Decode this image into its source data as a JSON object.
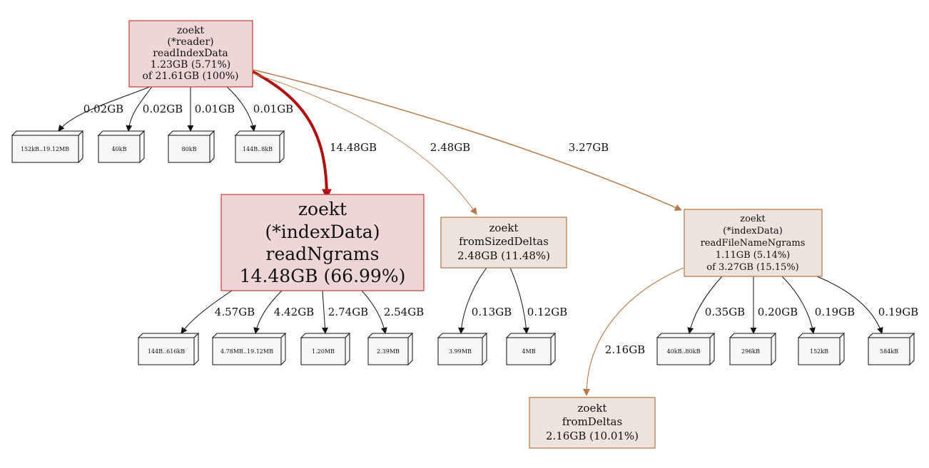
{
  "colors": {
    "hot_fill": "#eed6d6",
    "hot_stroke": "#c23a3a",
    "warm_fill": "#ede3dd",
    "warm_stroke": "#b67544",
    "hot_edge": "#b21010",
    "warm_edge": "#b87a48",
    "mid_edge": "#c0804f",
    "leaf_fill": "#f7f7f7",
    "black": "#111111"
  },
  "nodes": {
    "reader": {
      "lines": [
        "zoekt",
        "(*reader)",
        "readIndexData",
        "1.23GB (5.71%)",
        "of 21.61GB (100%)"
      ]
    },
    "readngrams": {
      "lines": [
        "zoekt",
        "(*indexData)",
        "readNgrams",
        "14.48GB (66.99%)"
      ]
    },
    "fromsizeddeltas": {
      "lines": [
        "zoekt",
        "fromSizedDeltas",
        "2.48GB (11.48%)"
      ]
    },
    "readfilenamengrams": {
      "lines": [
        "zoekt",
        "(*indexData)",
        "readFileNameNgrams",
        "1.11GB (5.14%)",
        "of 3.27GB (15.15%)"
      ]
    },
    "fromdeltas": {
      "lines": [
        "zoekt",
        "fromDeltas",
        "2.16GB (10.01%)"
      ]
    }
  },
  "edges": {
    "reader_readngrams": "14.48GB",
    "reader_fromsizeddeltas": "2.48GB",
    "reader_readfilenamengrams": "3.27GB",
    "readfilenamengrams_fromdeltas": "2.16GB",
    "reader_leaf1": "0.02GB",
    "reader_leaf2": "0.02GB",
    "reader_leaf3": "0.01GB",
    "reader_leaf4": "0.01GB",
    "readngrams_leaf1": "4.57GB",
    "readngrams_leaf2": "4.42GB",
    "readngrams_leaf3": "2.74GB",
    "readngrams_leaf4": "2.54GB",
    "fromsizeddeltas_leaf1": "0.13GB",
    "fromsizeddeltas_leaf2": "0.12GB",
    "readfilenamengrams_leaf1": "0.35GB",
    "readfilenamengrams_leaf2": "0.20GB",
    "readfilenamengrams_leaf3": "0.19GB",
    "readfilenamengrams_leaf4": "0.19GB"
  },
  "leaves": {
    "reader_leaf1": "152kB..19.12MB",
    "reader_leaf2": "40kB",
    "reader_leaf3": "80kB",
    "reader_leaf4": "144B..8kB",
    "readngrams_leaf1": "144B..616kB",
    "readngrams_leaf2": "4.78MB..19.12MB",
    "readngrams_leaf3": "1.20MB",
    "readngrams_leaf4": "2.39MB",
    "fromsizeddeltas_leaf1": "3.99MB",
    "fromsizeddeltas_leaf2": "4MB",
    "readfilenamengrams_leaf1": "40kB..80kB",
    "readfilenamengrams_leaf2": "296kB",
    "readfilenamengrams_leaf3": "152kB",
    "readfilenamengrams_leaf4": "584kB"
  }
}
